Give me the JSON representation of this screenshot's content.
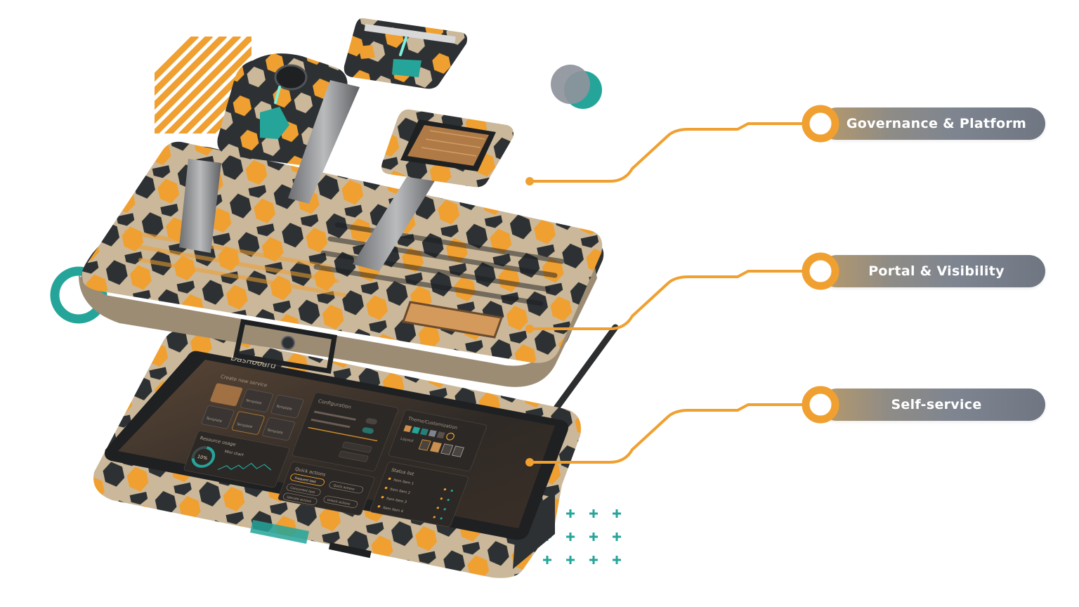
{
  "callouts": [
    {
      "label": "Governance & Platform"
    },
    {
      "label": "Portal & Visibility"
    },
    {
      "label": "Self-service"
    }
  ],
  "tablet_screen": {
    "title": "Dashboard",
    "create_header": "Create new service",
    "templates": [
      "Template",
      "Template",
      "Template",
      "Template",
      "Template"
    ],
    "configuration_header": "Configuration",
    "resource_usage": "Resource usage",
    "usage_percent": "10%",
    "mini_chart": "Mini chart",
    "quick_actions_header": "Quick actions",
    "quick_actions": [
      "Frequent task",
      "Quick actions",
      "Concurrent task",
      "Upscale actions",
      "Unlock actions"
    ],
    "theme_header": "Theme/Customization",
    "layout_label": "Layout",
    "status_header": "Status list",
    "status_items": [
      "Item Item 1",
      "Item Item 2",
      "Item Item 3",
      "Item Item 4"
    ]
  },
  "colors": {
    "orange": "#f0a030",
    "teal": "#25a59a",
    "charcoal": "#2e3133",
    "beige": "#cbb89a",
    "slate": "#8e939c"
  },
  "icons": [
    "diagonal-stripes-decor",
    "circles-decor",
    "teal-ring-decor",
    "plus-grid-decor",
    "key-fob-icon",
    "key-icon",
    "chip-key-icon",
    "hard-case-icon",
    "rugged-tablet-icon"
  ]
}
